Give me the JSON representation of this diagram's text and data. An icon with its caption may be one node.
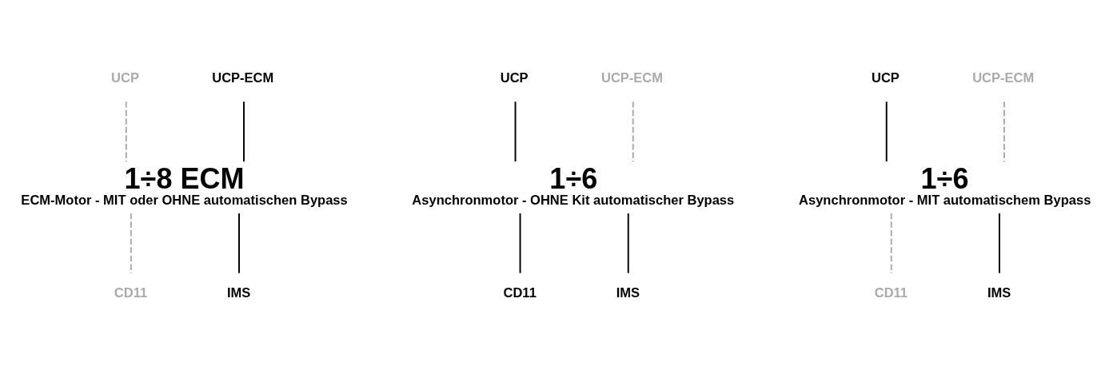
{
  "diagram": {
    "nodes": [
      {
        "text": [
          "UCP"
        ]
      },
      {
        "text": [
          "UCP-ECM"
        ]
      },
      {
        "text": [
          "UCP"
        ]
      },
      {
        "text": [
          "UCP-ECM"
        ]
      },
      {
        "text": [
          "UCP"
        ]
      },
      {
        "text": [
          "UCP-ECM"
        ]
      },
      {
        "text": [
          "1÷8 ECM",
          "ECM-Motor - MIT oder OHNE automatischen Bypass"
        ]
      },
      {
        "text": [
          "1÷6",
          "Asynchronmotor - OHNE Kit automatischer Bypass"
        ]
      },
      {
        "text": [
          "1÷6",
          "Asynchronmotor - MIT automatischem Bypass"
        ]
      },
      {
        "text": [
          "CD11"
        ]
      },
      {
        "text": [
          "IMS"
        ]
      },
      {
        "text": [
          "CD11"
        ]
      },
      {
        "text": [
          "IMS"
        ]
      },
      {
        "text": [
          "CD11"
        ]
      },
      {
        "text": [
          "IMS"
        ]
      }
    ],
    "edges": [
      {
        "from": 0,
        "to": 6,
        "arrow": "none",
        "style": "dashed",
        "color": "#aaaaaa"
      },
      {
        "from": 1,
        "to": 6,
        "arrow": "none"
      },
      {
        "from": 6,
        "to": 9,
        "arrow": "none",
        "style": "dashed",
        "color": "#aaaaaa"
      },
      {
        "from": 6,
        "to": 10,
        "arrow": "none"
      },
      {
        "from": 2,
        "to": 7,
        "arrow": "none"
      },
      {
        "from": 3,
        "to": 7,
        "arrow": "none",
        "style": "dashed",
        "color": "#aaaaaa"
      },
      {
        "from": 7,
        "to": 11,
        "arrow": "none"
      },
      {
        "from": 7,
        "to": 12,
        "arrow": "none"
      },
      {
        "from": 4,
        "to": 8,
        "arrow": "none"
      },
      {
        "from": 5,
        "to": 8,
        "arrow": "none",
        "style": "dashed",
        "color": "#aaaaaa"
      },
      {
        "from": 8,
        "to": 13,
        "arrow": "none",
        "style": "dashed",
        "color": "#aaaaaa"
      },
      {
        "from": 8,
        "to": 14,
        "arrow": "none"
      }
    ]
  }
}
